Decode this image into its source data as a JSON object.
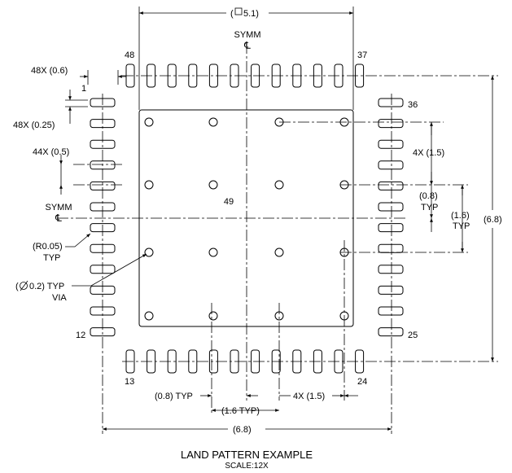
{
  "figure": {
    "title": "LAND PATTERN EXAMPLE",
    "scale": "SCALE:12X"
  },
  "package": {
    "pads_per_side": 12,
    "pad_count_label": "48X",
    "thermal_pad_number": "49",
    "via_rows": 4,
    "via_cols": 4
  },
  "pin_labels": {
    "p1": "1",
    "p12": "12",
    "p13": "13",
    "p24": "24",
    "p25": "25",
    "p36": "36",
    "p37": "37",
    "p48": "48"
  },
  "dimensions": {
    "thermal_width": "(",
    "thermal_width_box": "5.1)",
    "pad_length": "48X (0.6)",
    "pad_width": "48X (0.25)",
    "pitch": "44X (0.5)",
    "corner_radius": "(R0.05)",
    "corner_radius_typ": "TYP",
    "via_dia_prefix": "(",
    "via_dia_value": "0.2) TYP",
    "via_dia_suffix": "VIA",
    "right_4x": "4X (1.5)",
    "right_08": "(0.8)",
    "right_08_typ": "TYP",
    "right_16": "(1.6)",
    "right_16_typ": "TYP",
    "right_68": "(6.8)",
    "bottom_08": "(0.8) TYP",
    "bottom_16": "(1.6 TYP)",
    "bottom_4x": "4X (1.5)",
    "bottom_68": "(6.8)",
    "symm": "SYMM",
    "centerline_symbol": "℄"
  }
}
